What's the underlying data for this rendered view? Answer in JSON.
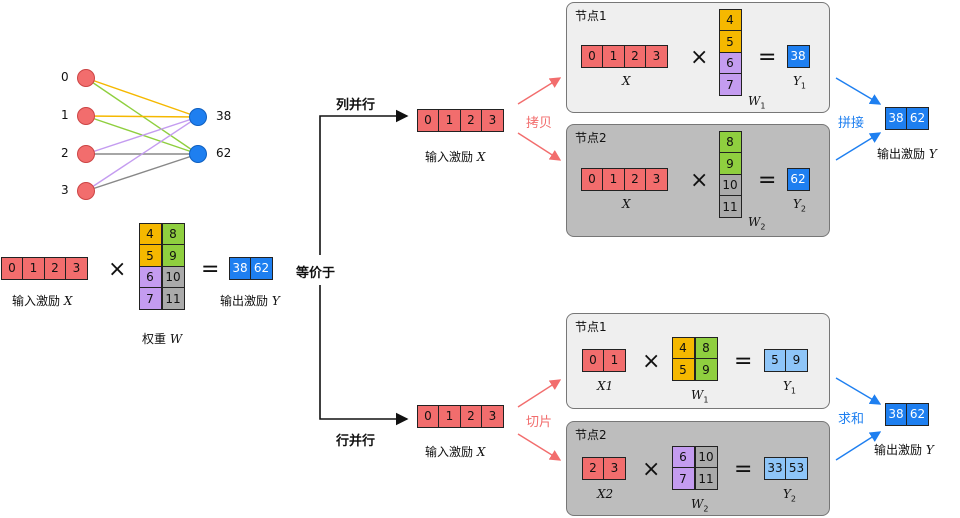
{
  "nn": {
    "inputs": [
      "0",
      "1",
      "2",
      "3"
    ],
    "outputs": [
      "38",
      "62"
    ],
    "colors": {
      "input": "#f26d6d",
      "output": "#1e7ff0"
    },
    "edge_colors": [
      "#f5b800",
      "#8fcf3f",
      "#c49cf0",
      "#888888"
    ]
  },
  "left": {
    "x_cells": [
      "0",
      "1",
      "2",
      "3"
    ],
    "w_cells": [
      "4",
      "8",
      "5",
      "9",
      "6",
      "10",
      "7",
      "11"
    ],
    "y_cells": [
      "38",
      "62"
    ],
    "x_label": "输入激励",
    "x_var": "X",
    "w_label": "权重",
    "w_var": "W",
    "y_label": "输出激励",
    "y_var": "Y",
    "times": "×",
    "equals": "="
  },
  "equiv": "等价于",
  "col": {
    "title": "列并行",
    "x_cells": [
      "0",
      "1",
      "2",
      "3"
    ],
    "x_label": "输入激励",
    "x_var": "X",
    "op_label": "拷贝",
    "join_label": "拼接",
    "node1": {
      "title": "节点1",
      "x_cells": [
        "0",
        "1",
        "2",
        "3"
      ],
      "x_var": "X",
      "w_cells": [
        "4",
        "5",
        "6",
        "7"
      ],
      "w_var": "W",
      "w_sub": "1",
      "y_cells": [
        "38"
      ],
      "y_var": "Y",
      "y_sub": "1"
    },
    "node2": {
      "title": "节点2",
      "x_cells": [
        "0",
        "1",
        "2",
        "3"
      ],
      "x_var": "X",
      "w_cells": [
        "8",
        "9",
        "10",
        "11"
      ],
      "w_var": "W",
      "w_sub": "2",
      "y_cells": [
        "62"
      ],
      "y_var": "Y",
      "y_sub": "2"
    },
    "y_cells": [
      "38",
      "62"
    ],
    "y_label": "输出激励",
    "y_var": "Y"
  },
  "row": {
    "title": "行并行",
    "x_cells": [
      "0",
      "1",
      "2",
      "3"
    ],
    "x_label": "输入激励",
    "x_var": "X",
    "op_label": "切片",
    "join_label": "求和",
    "node1": {
      "title": "节点1",
      "x_cells": [
        "0",
        "1"
      ],
      "x_var": "X1",
      "w_cells": [
        "4",
        "8",
        "5",
        "9"
      ],
      "w_var": "W",
      "w_sub": "1",
      "y_cells": [
        "5",
        "9"
      ],
      "y_var": "Y",
      "y_sub": "1"
    },
    "node2": {
      "title": "节点2",
      "x_cells": [
        "2",
        "3"
      ],
      "x_var": "X2",
      "w_cells": [
        "6",
        "10",
        "7",
        "11"
      ],
      "w_var": "W",
      "w_sub": "2",
      "y_cells": [
        "33",
        "53"
      ],
      "y_var": "Y",
      "y_sub": "2"
    },
    "y_cells": [
      "38",
      "62"
    ],
    "y_label": "输出激励",
    "y_var": "Y"
  }
}
